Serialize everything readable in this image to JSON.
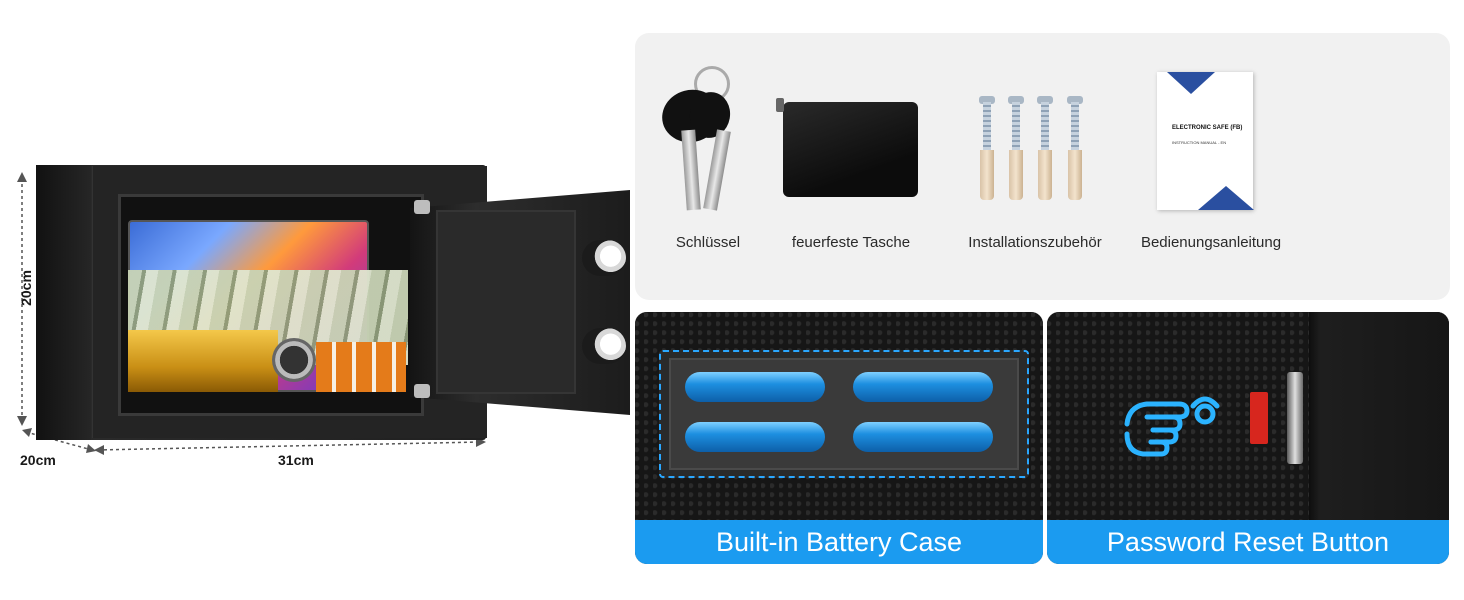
{
  "dimensions": {
    "height": "20cm",
    "depth": "20cm",
    "width": "31cm"
  },
  "accessories": {
    "items": [
      {
        "label": "Schlüssel",
        "icon": "key-icon"
      },
      {
        "label": "feuerfeste Tasche",
        "icon": "pouch-icon"
      },
      {
        "label": "Installationszubehör",
        "icon": "screws-icon"
      },
      {
        "label": "Bedienungsanleitung",
        "icon": "manual-icon"
      }
    ],
    "manual_cover": {
      "title": "ELECTRONIC SAFE (FB)",
      "subtitle": "INSTRUCTION MANUAL - EN"
    }
  },
  "features": {
    "battery_case_label": "Built-in Battery Case",
    "password_reset_label": "Password Reset Button"
  },
  "colors": {
    "accent_blue": "#1b9bf0",
    "reset_red": "#d7261e",
    "panel_bg": "#f1f1f1"
  }
}
